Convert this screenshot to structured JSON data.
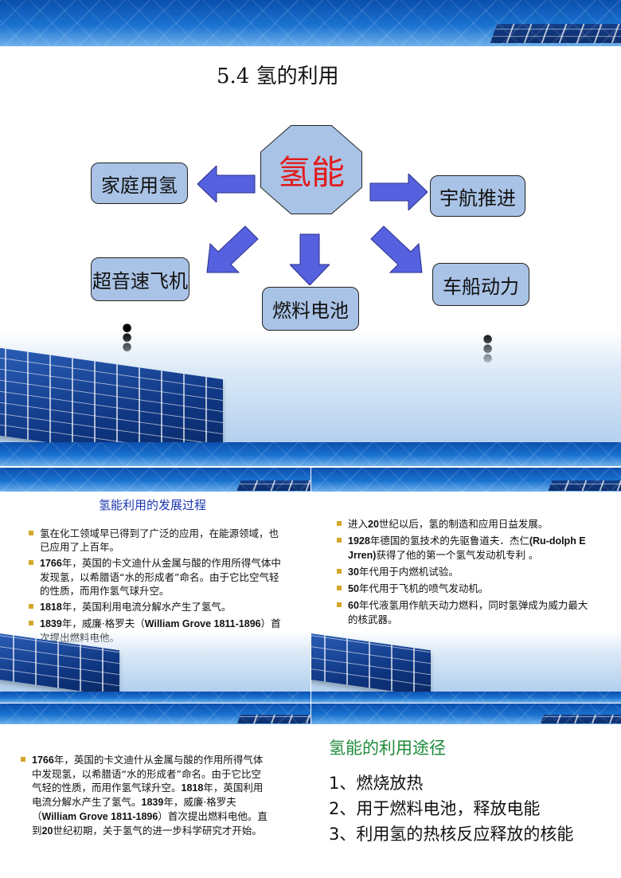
{
  "slide1": {
    "title": "5.4 氢的利用",
    "center": "氢能",
    "nodes": {
      "home": "家庭用氢",
      "aerospace": "宇航推进",
      "supersonic": "超音速飞机",
      "fuel_cell": "燃料电池",
      "vehicle": "车船动力"
    },
    "ellipsis": "⋮",
    "colors": {
      "box": "#a9c3e6",
      "center_text": "#e21b1b",
      "arrow": "#5661e0"
    }
  },
  "slide2": {
    "title": "氢能利用的发展过程",
    "bullets": [
      [
        "氢在化工领域早已得到了广泛的应用，在能源领域，也已应用了上百年。"
      ],
      [
        "1766",
        "年，英国的卡文迪什从金属与酸的作用所得气体中发现氢，以希腊语“水的形成者”命名。由于它比空气轻的性质，而用作氢气球升空。"
      ],
      [
        "1818",
        "年，英国利用电流分解水产生了氢气。"
      ],
      [
        "1839",
        "年，威廉·格罗夫（",
        "William Grove 1811-1896",
        "）首次提出燃料电他。"
      ]
    ]
  },
  "slide3": {
    "bullets": [
      [
        "进入",
        "20",
        "世纪以后，氢的制造和应用日益发展。"
      ],
      [
        "1928",
        "年德国的氢技术的先驱鲁道夫．杰仁",
        "(Ru-dolph E Jrren)",
        "获得了他的第一个氢气发动机专利 。"
      ],
      [
        "30",
        "年代用于内燃机试验。"
      ],
      [
        "50",
        "年代用于飞机的喷气发动机。"
      ],
      [
        "60",
        "年代液氢用作航天动力燃料，同时氢弹成为威力最大的核武器。"
      ]
    ]
  },
  "slide4": {
    "bullet": [
      "1766",
      "年，英国的卡文迪什从金属与酸的作用所得气体中发现氢，以希腊语“水的形成者”命名。由于它比空气轻的性质，而用作氢气球升空。",
      "1818",
      "年，英国利用电流分解水产生了氢气。",
      "1839",
      "年，威廉·格罗夫（",
      "William Grove 1811-1896",
      "）首次提出燃料电他。直到",
      "20",
      "世纪初期，关于氢气的进一步科学研究才开始。"
    ]
  },
  "slide5": {
    "title": "氢能的利用途径",
    "items": [
      "1、燃烧放热",
      "2、用于燃料电池，释放电能",
      "3、利用氢的热核反应释放的核能"
    ]
  }
}
